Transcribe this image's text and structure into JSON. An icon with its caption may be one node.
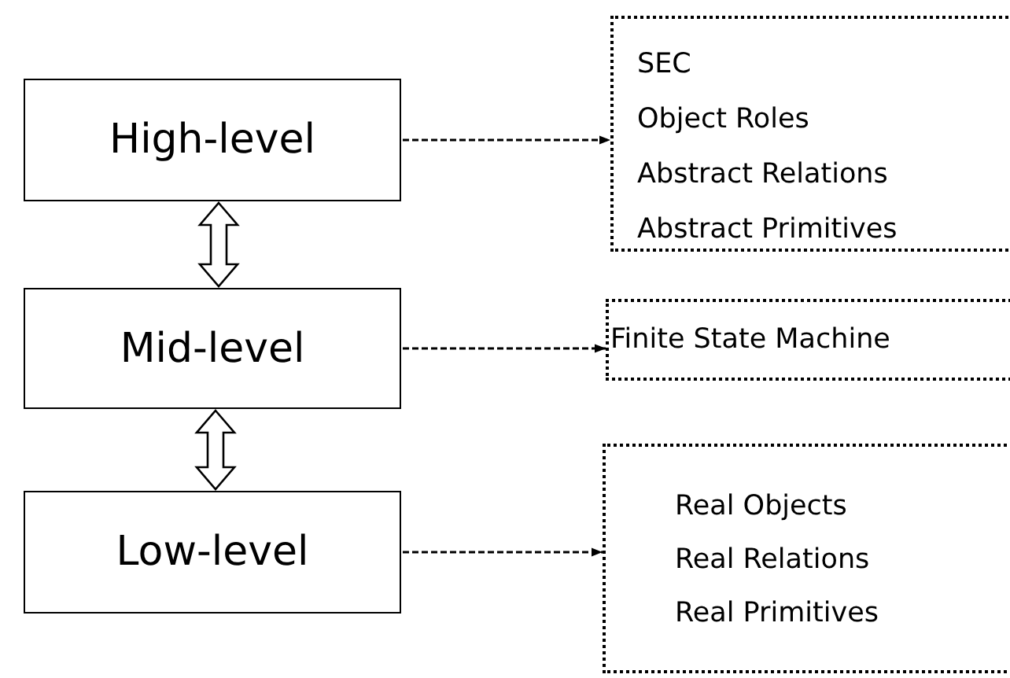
{
  "diagram": {
    "nodes": [
      {
        "text": [
          "High-level"
        ]
      },
      {
        "text": [
          "Mid-level"
        ]
      },
      {
        "text": [
          "Low-level"
        ]
      },
      {
        "text": [
          "SEC",
          "Object Roles",
          "Abstract Relations",
          "Abstract Primitives"
        ]
      },
      {
        "text": [
          "Finite State Machine"
        ]
      },
      {
        "text": [
          "Real Objects",
          "Real Relations",
          "Real Primitives"
        ]
      }
    ],
    "edges": [
      {
        "from": 0,
        "to": 3,
        "arrow": "to",
        "style": "dashed"
      },
      {
        "from": 1,
        "to": 4,
        "arrow": "to",
        "style": "dashed"
      },
      {
        "from": 2,
        "to": 5,
        "arrow": "to",
        "style": "dashed"
      },
      {
        "from": 0,
        "to": 1,
        "arrow": "both"
      },
      {
        "from": 1,
        "to": 2,
        "arrow": "both"
      }
    ]
  }
}
